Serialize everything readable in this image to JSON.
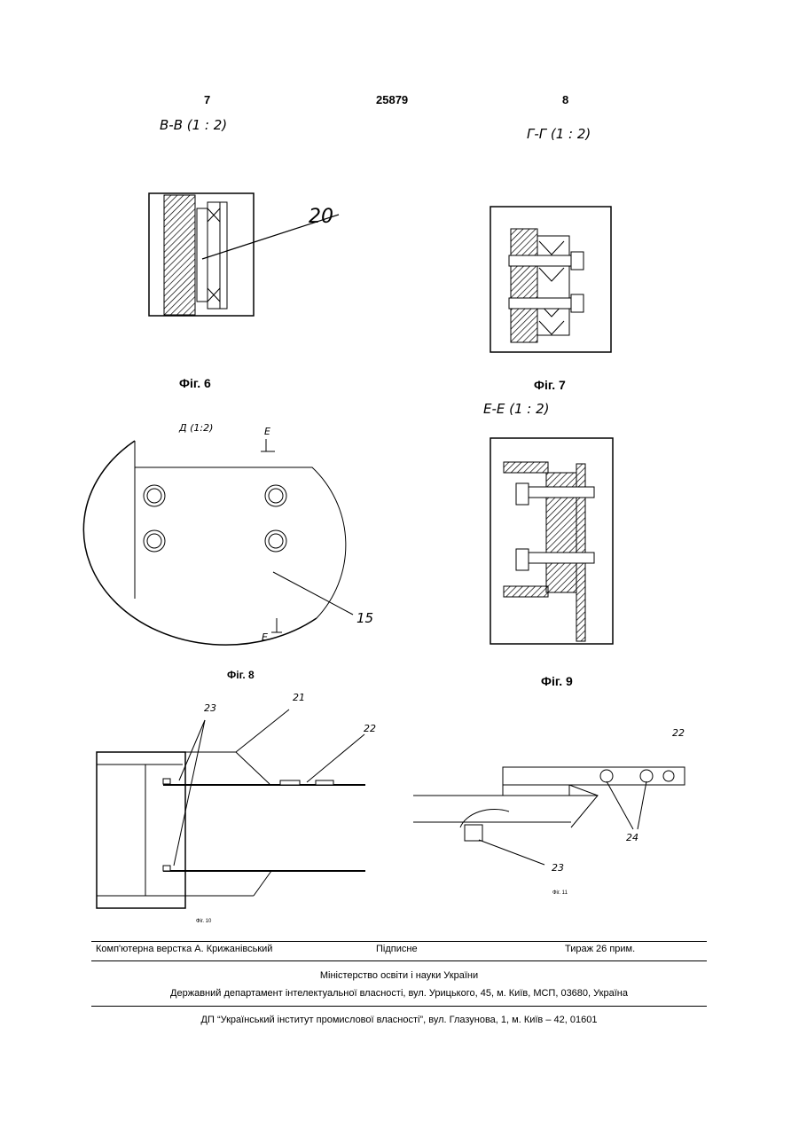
{
  "header": {
    "page_left": "7",
    "doc_number": "25879",
    "page_right": "8"
  },
  "figures": {
    "fig6": {
      "section": "В-В (1 : 2)",
      "callout": "20",
      "caption": "Фіг. 6"
    },
    "fig7": {
      "section": "Г-Г (1 : 2)",
      "caption": "Фіг. 7"
    },
    "fig8": {
      "section": "Д (1:2)",
      "marker_top": "Е",
      "marker_bottom": "Е",
      "callout": "15",
      "caption": "Фіг. 8"
    },
    "fig9": {
      "section": "Е-Е (1 : 2)",
      "caption": "Фіг. 9"
    },
    "fig10": {
      "callouts": [
        "23",
        "21",
        "22"
      ],
      "caption": "Фіг. 10"
    },
    "fig11": {
      "callouts": [
        "22",
        "24",
        "23"
      ],
      "caption": "Фіг. 11"
    }
  },
  "footer": {
    "typesetter": "Комп'ютерна верстка А. Крижанівський",
    "signed": "Підписне",
    "circulation": "Тираж 26 прим.",
    "ministry": "Міністерство освіти і науки України",
    "department": "Державний департамент інтелектуальної власності, вул. Урицького, 45, м. Київ, МСП, 03680, Україна",
    "institute": "ДП “Український інститут промислової власності”, вул. Глазунова, 1, м. Київ – 42, 01601"
  }
}
